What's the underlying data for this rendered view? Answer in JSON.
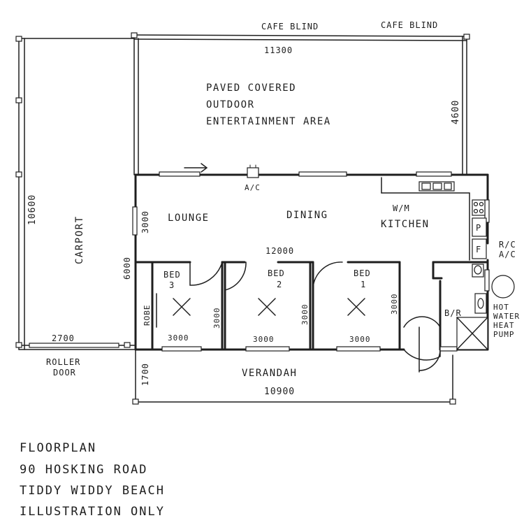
{
  "labels": {
    "cafe_blind_1": "CAFE BLIND",
    "cafe_blind_2": "CAFE BLIND",
    "dim_11300": "11300",
    "outdoor_line1": "PAVED COVERED",
    "outdoor_line2": "OUTDOOR",
    "outdoor_line3": "ENTERTAINMENT AREA",
    "dim_4600": "4600",
    "carport": "CARPORT",
    "dim_10600": "10600",
    "ac": "A/C",
    "lounge": "LOUNGE",
    "dining": "DINING",
    "wm": "W/M",
    "kitchen": "KITCHEN",
    "pantry": "P",
    "fridge": "F",
    "rc_ac_1": "R/C",
    "rc_ac_2": "A/C",
    "dim_3000_lounge": "3000",
    "dim_12000": "12000",
    "dim_6000": "6000",
    "bed3_a": "BED",
    "bed3_b": "3",
    "bed2_a": "BED",
    "bed2_b": "2",
    "bed1_a": "BED",
    "bed1_b": "1",
    "robe": "ROBE",
    "dim_3000_bed3_v": "3000",
    "dim_3000_bed2_v": "3000",
    "dim_3000_bed1_v": "3000",
    "dim_3000_bed3_h": "3000",
    "dim_3000_bed2_h": "3000",
    "dim_3000_bed1_h": "3000",
    "br": "B/R",
    "hot_water_1": "HOT",
    "hot_water_2": "WATER",
    "hot_water_3": "HEAT",
    "hot_water_4": "PUMP",
    "dim_2700": "2700",
    "roller_1": "ROLLER",
    "roller_2": "DOOR",
    "dim_1700": "1700",
    "verandah": "VERANDAH",
    "dim_10900": "10900"
  },
  "caption": {
    "line1": "FLOORPLAN",
    "line2": "90 HOSKING ROAD",
    "line3": "TIDDY WIDDY BEACH",
    "line4": "ILLUSTRATION ONLY"
  }
}
